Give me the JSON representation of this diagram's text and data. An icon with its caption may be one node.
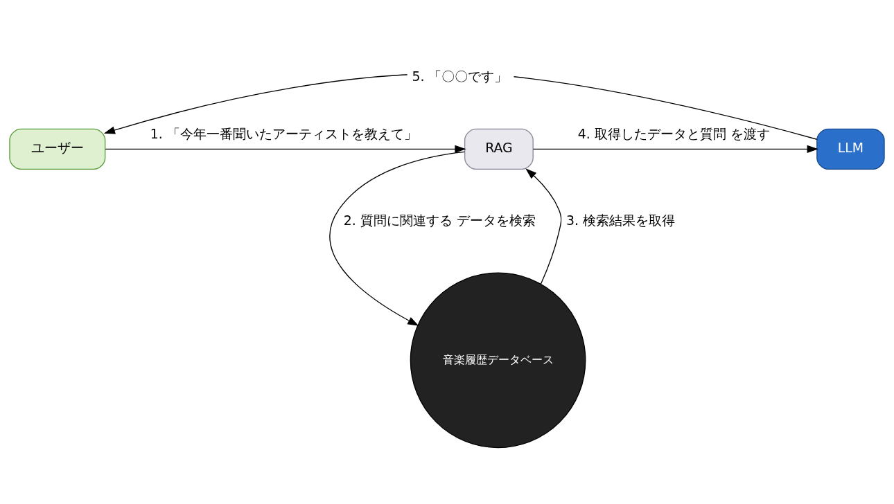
{
  "diagram": {
    "nodes": [
      {
        "text": [
          "ユーザー"
        ]
      },
      {
        "text": [
          "RAG"
        ]
      },
      {
        "text": [
          "LLM"
        ]
      },
      {
        "text": [
          "音楽履歴データベース"
        ]
      }
    ],
    "edges": [
      {
        "from": 0,
        "to": 1,
        "arrow": "to",
        "label": "1. 「今年一番聞いたアーティストを教えて」"
      },
      {
        "from": 1,
        "to": 3,
        "arrow": "to",
        "label": "2. 質問に関連する データを検索"
      },
      {
        "from": 3,
        "to": 1,
        "arrow": "to",
        "label": "3. 検索結果を取得"
      },
      {
        "from": 1,
        "to": 2,
        "arrow": "to",
        "label": "4. 取得したデータと質問 を渡す"
      },
      {
        "from": 2,
        "to": 0,
        "arrow": "to",
        "label": "5. 「〇〇です」"
      }
    ]
  }
}
